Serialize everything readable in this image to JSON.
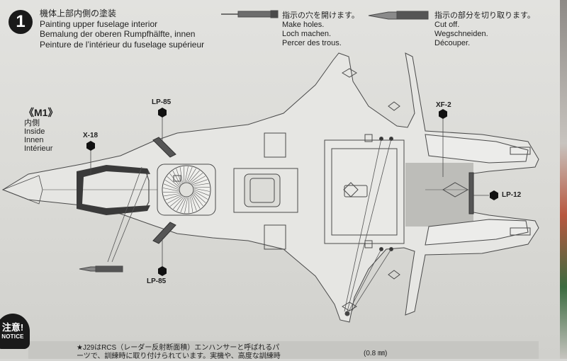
{
  "step": {
    "number": "1",
    "title_jp": "機体上部内側の塗装",
    "title_en": "Painting upper fuselage interior",
    "title_de": "Bemalung der oberen Rumpfhälfte, innen",
    "title_fr": "Peinture de l’intérieur du fuselage supérieur"
  },
  "legend": {
    "holes": {
      "jp": "指示の穴を開けます。",
      "en": "Make holes.",
      "de": "Loch machen.",
      "fr": "Percer des trous."
    },
    "cut": {
      "jp": "指示の部分を切り取ります。",
      "en": "Cut off.",
      "de": "Wegschneiden.",
      "fr": "Découper."
    }
  },
  "part": {
    "name": "《M1》",
    "side_jp": "内側",
    "side_en": "Inside",
    "side_de": "Innen",
    "side_fr": "Intérieur"
  },
  "paint_labels": {
    "lp85_top": "LP-85",
    "lp85_bottom": "LP-85",
    "x18": "X-18",
    "xf2": "XF-2",
    "lp12": "LP-12"
  },
  "notice": {
    "badge_jp": "注意!",
    "badge_en": "NOTICE",
    "text_line1": "★J29はRCS（レーダー反射断面積）エンハンサーと呼ばれるパ",
    "text_line2": "ーツで、訓練時に取り付けられています。実機や、高度な訓練時",
    "drill_size": "(0.8 ㎜)"
  },
  "colors": {
    "paint_dark": "#3a3a3a",
    "line": "#4a4a4a",
    "shade": "#bdbdb9"
  }
}
